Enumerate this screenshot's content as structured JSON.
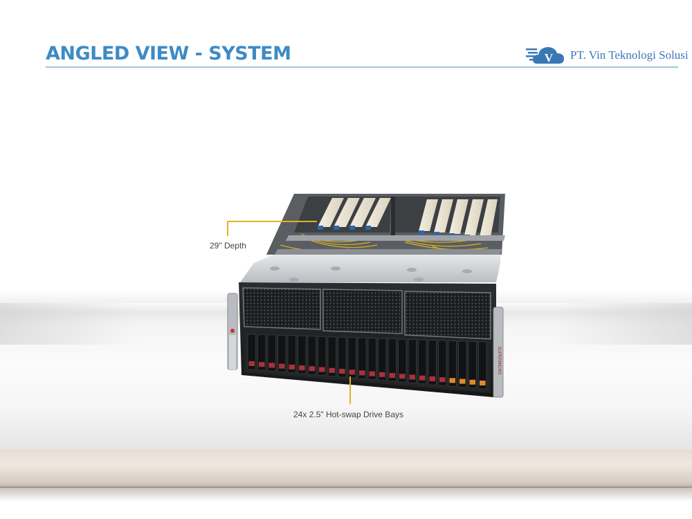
{
  "slide": {
    "title": "ANGLED VIEW - SYSTEM",
    "accent_color": "#3d8bc4",
    "callout_color": "#e3b21f"
  },
  "logo": {
    "text": "PT. Vin Teknologi Solusi",
    "mark_letter": "V",
    "icon": "cloud-speed-icon"
  },
  "product": {
    "name": "4U GPU server",
    "brand_text": "SUPERMICRO"
  },
  "callouts": [
    {
      "label": "29\" Depth"
    },
    {
      "label": "24x 2.5\" Hot-swap Drive Bays"
    }
  ]
}
